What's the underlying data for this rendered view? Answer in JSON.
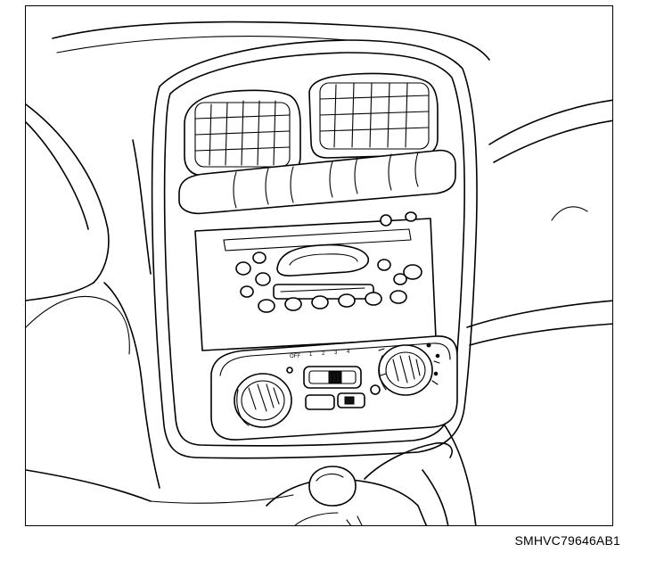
{
  "figure_id": "SMHVC79646AB1",
  "fan_scale": [
    "OFF",
    "1",
    "2",
    "3",
    "4"
  ]
}
